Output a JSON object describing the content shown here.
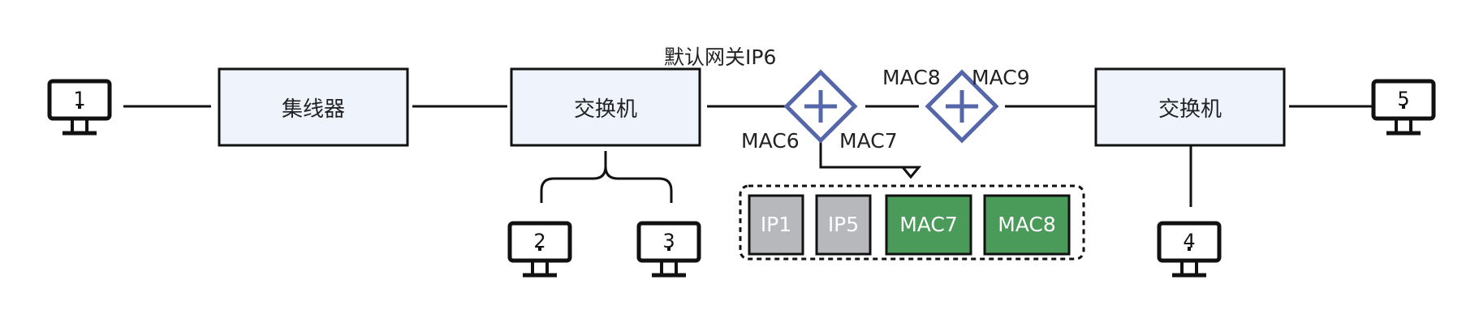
{
  "nodes": {
    "hub": {
      "label": "集线器"
    },
    "switch_left": {
      "label": "交换机"
    },
    "switch_right": {
      "label": "交换机"
    }
  },
  "computers": [
    {
      "id": "1"
    },
    {
      "id": "2"
    },
    {
      "id": "3"
    },
    {
      "id": "4"
    },
    {
      "id": "5"
    }
  ],
  "router_labels": {
    "gateway": "默认网关IP6",
    "mac6": "MAC6",
    "mac7": "MAC7",
    "mac8": "MAC8",
    "mac9": "MAC9"
  },
  "packet": {
    "fields": [
      {
        "label": "IP1",
        "color": "#b7b8bb"
      },
      {
        "label": "IP5",
        "color": "#b7b8bb"
      },
      {
        "label": "MAC7",
        "color": "#4a9a5a"
      },
      {
        "label": "MAC8",
        "color": "#4a9a5a"
      }
    ]
  },
  "colors": {
    "box_fill": "#eef3fc",
    "router_stroke": "#5566aa"
  }
}
